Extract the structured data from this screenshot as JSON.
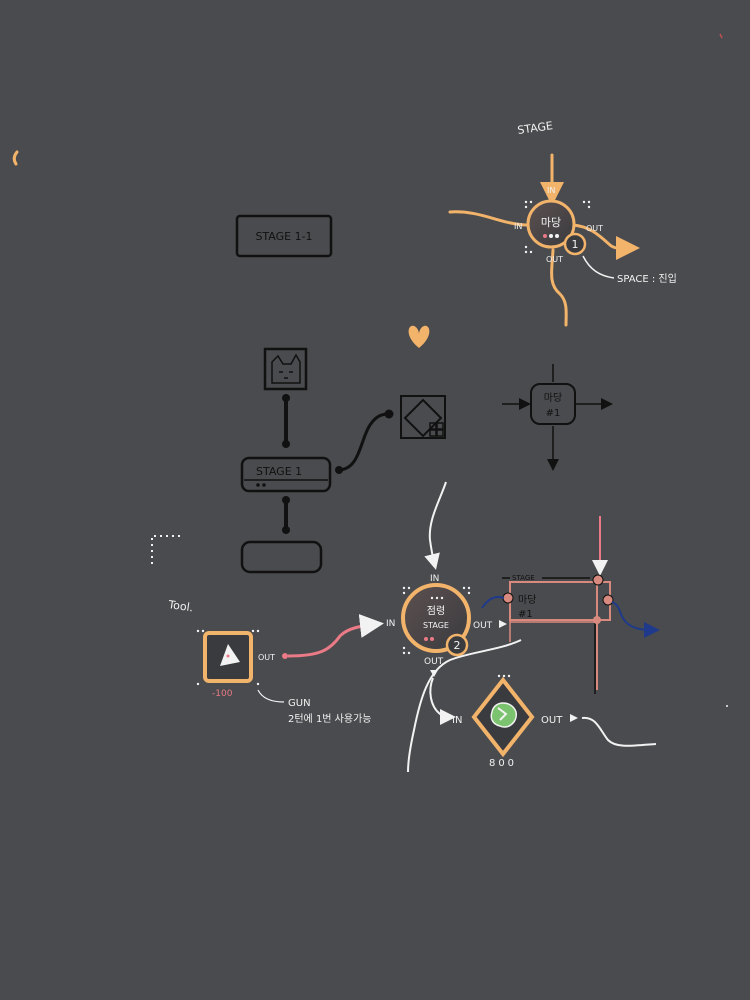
{
  "colors": {
    "background": "#4a4b4e",
    "orange": "#f2b36b",
    "pink": "#e97a86",
    "salmon": "#d98a7e",
    "navy": "#1f3a8a",
    "ink": "#111111",
    "white": "#f2f2f2",
    "node_fill": "#5b5150"
  },
  "top_right": {
    "stage_label": "STAGE",
    "node_label": "마당",
    "in_top": "IN",
    "in_left": "IN",
    "out_right": "OUT",
    "out_bottom": "OUT",
    "badge_number": "1",
    "space_note": "SPACE : 진입"
  },
  "stage_box": {
    "label": "STAGE 1-1"
  },
  "flow_left": {
    "stage_label": "STAGE 1"
  },
  "madang_sketch": {
    "line1": "마당",
    "line2": "#1"
  },
  "bottom": {
    "tool_label": "Tool.",
    "gun_out": "OUT",
    "gun_cost": "-100",
    "gun_name": "GUN",
    "gun_desc": "2턴에 1번 사용가능",
    "center_in_top": "IN",
    "center_in_left": "IN",
    "center_out_right": "OUT",
    "center_out_bottom": "OUT",
    "center_line1": "점령",
    "center_line2": "STAGE",
    "center_badge": "2",
    "stage_tag": "STAGE",
    "madang2_line1": "마당",
    "madang2_line2": "#1",
    "reward_in": "IN",
    "reward_out": "OUT",
    "reward_value": "800"
  }
}
